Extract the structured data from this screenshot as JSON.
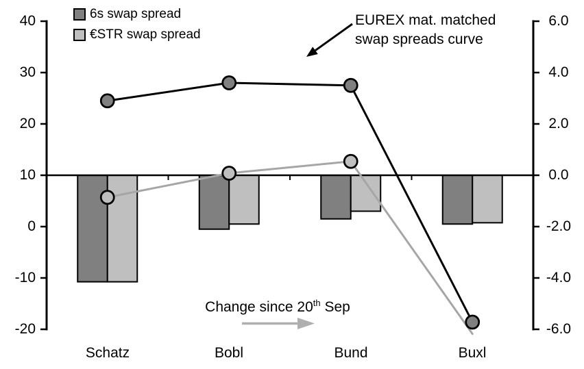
{
  "legend": {
    "items": [
      {
        "label": "6s swap spread",
        "color": "#808080"
      },
      {
        "label": "€STR swap spread",
        "color": "#bfbfbf"
      }
    ]
  },
  "annotations": {
    "curve_note_line1": "EUREX mat. matched",
    "curve_note_line2": "swap spreads curve",
    "change_note": {
      "prefix": "Change since 20",
      "sup": "th",
      "suffix": " Sep"
    }
  },
  "chart_data": {
    "type": "combo: grouped bar (right axis) + line with markers (left axis)",
    "categories": [
      "Schatz",
      "Bobl",
      "Bund",
      "Buxl"
    ],
    "left_axis": {
      "min": -20,
      "max": 40,
      "ticks": [
        "40",
        "30",
        "20",
        "10",
        "0",
        "-10",
        "-20"
      ]
    },
    "right_axis": {
      "min": -6.0,
      "max": 6.0,
      "ticks": [
        "6.0",
        "4.0",
        "2.0",
        "0.0",
        "-2.0",
        "-4.0",
        "-6.0"
      ]
    },
    "bars_note": "bars = change since 20th Sep, read on right axis, hanging from 0.0 line",
    "bar_series": [
      {
        "name": "6s swap spread",
        "axis": "right",
        "color": "#808080",
        "values": [
          -4.15,
          -2.1,
          -1.7,
          -1.9
        ]
      },
      {
        "name": "€STR swap spread",
        "axis": "right",
        "color": "#bfbfbf",
        "values": [
          -4.15,
          -1.9,
          -1.4,
          -1.85
        ]
      }
    ],
    "lines_note": "lines = EUREX mat. matched swap spreads curve, read on left axis",
    "line_series": [
      {
        "name": "€STR swap spread curve",
        "axis": "left",
        "color": "#a6a6a6",
        "marker_color": "#bfbfbf",
        "values": [
          5.7,
          10.4,
          12.7,
          -20.9
        ],
        "markers": [
          1,
          1,
          1,
          0
        ]
      },
      {
        "name": "6s swap spread curve",
        "axis": "left",
        "color": "#000000",
        "marker_color": "#808080",
        "values": [
          24.5,
          28.0,
          27.5,
          -18.6
        ],
        "markers": [
          1,
          1,
          1,
          1
        ]
      }
    ],
    "grid": "off",
    "legend_position": "top-left inside plot"
  }
}
